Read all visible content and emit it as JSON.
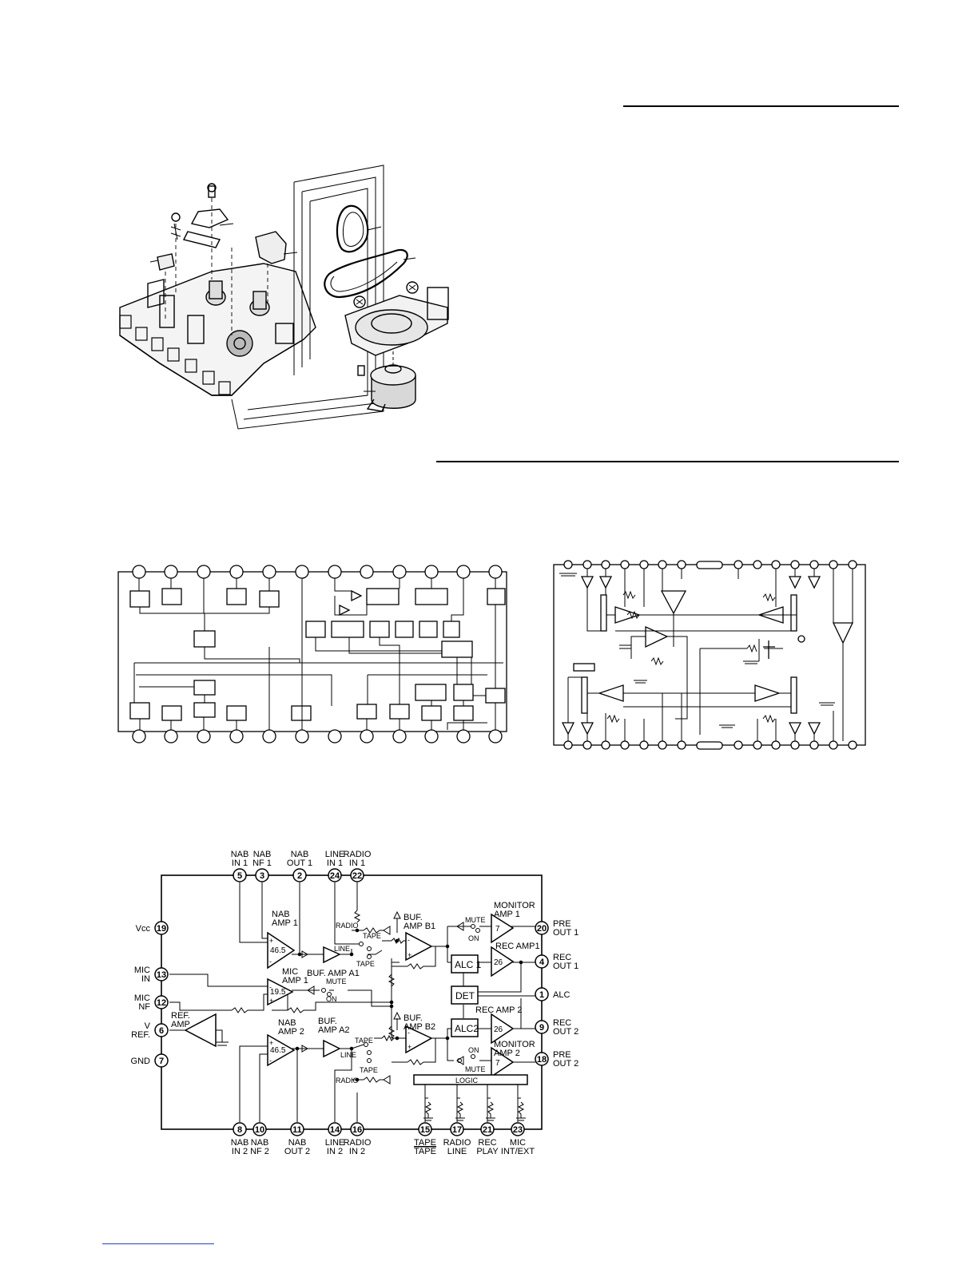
{
  "ic3": {
    "top_pins": [
      {
        "num": "5",
        "label": "NAB\nIN 1"
      },
      {
        "num": "3",
        "label": "NAB\nNF 1"
      },
      {
        "num": "2",
        "label": "NAB\nOUT 1"
      },
      {
        "num": "24",
        "label": "LINE\nIN 1"
      },
      {
        "num": "22",
        "label": "RADIO\nIN 1"
      }
    ],
    "bottom_pins": [
      {
        "num": "8",
        "label": "NAB\nIN 2"
      },
      {
        "num": "10",
        "label": "NAB\nNF 2"
      },
      {
        "num": "11",
        "label": "NAB\nOUT 2"
      },
      {
        "num": "14",
        "label": "LINE\nIN 2"
      },
      {
        "num": "16",
        "label": "RADIO\nIN 2"
      },
      {
        "num": "15",
        "label": "TAPE\nTAPE"
      },
      {
        "num": "17",
        "label": "RADIO\nLINE"
      },
      {
        "num": "21",
        "label": "REC\nPLAY"
      },
      {
        "num": "23",
        "label": "MIC\nINT/EXT"
      }
    ],
    "left_pins": [
      {
        "num": "19",
        "label": "Vcc"
      },
      {
        "num": "13",
        "label": "MIC\nIN"
      },
      {
        "num": "12",
        "label": "MIC\nNF"
      },
      {
        "num": "6",
        "label": "V\nREF."
      },
      {
        "num": "7",
        "label": "GND"
      }
    ],
    "right_pins": [
      {
        "num": "20",
        "label": "PRE\nOUT 1"
      },
      {
        "num": "4",
        "label": "REC\nOUT 1"
      },
      {
        "num": "1",
        "label": "ALC"
      },
      {
        "num": "9",
        "label": "REC\nOUT 2"
      },
      {
        "num": "18",
        "label": "PRE\nOUT 2"
      }
    ],
    "blocks": {
      "nab_amp1": "NAB\nAMP 1",
      "nab_amp1_gain": "46.5",
      "mic_amp1": "MIC\nAMP 1",
      "mic_amp1_gain": "19.5",
      "nab_amp2": "NAB\nAMP 2",
      "nab_amp2_gain": "46.5",
      "ref_amp": "REF.\nAMP",
      "buf_a1": "BUF. AMP A1",
      "buf_a2": "BUF.\nAMP A2",
      "buf_b1": "BUF.\nAMP B1",
      "buf_b2": "BUF.\nAMP B2",
      "monitor1": "MONITOR\nAMP 1",
      "monitor1_gain": "7",
      "monitor2": "MONITOR\nAMP 2",
      "monitor2_gain": "7",
      "rec_amp1": "REC AMP1",
      "rec_amp1_gain": "26",
      "rec_amp2": "REC AMP 2",
      "rec_amp2_gain": "26",
      "alc1": "ALC 1",
      "alc2": "ALC2",
      "det": "DET",
      "logic": "LOGIC"
    },
    "switch_labels": {
      "radio": "RADIO",
      "tape": "TAPE",
      "line": "LINE",
      "mute": "MUTE",
      "on": "ON"
    }
  }
}
